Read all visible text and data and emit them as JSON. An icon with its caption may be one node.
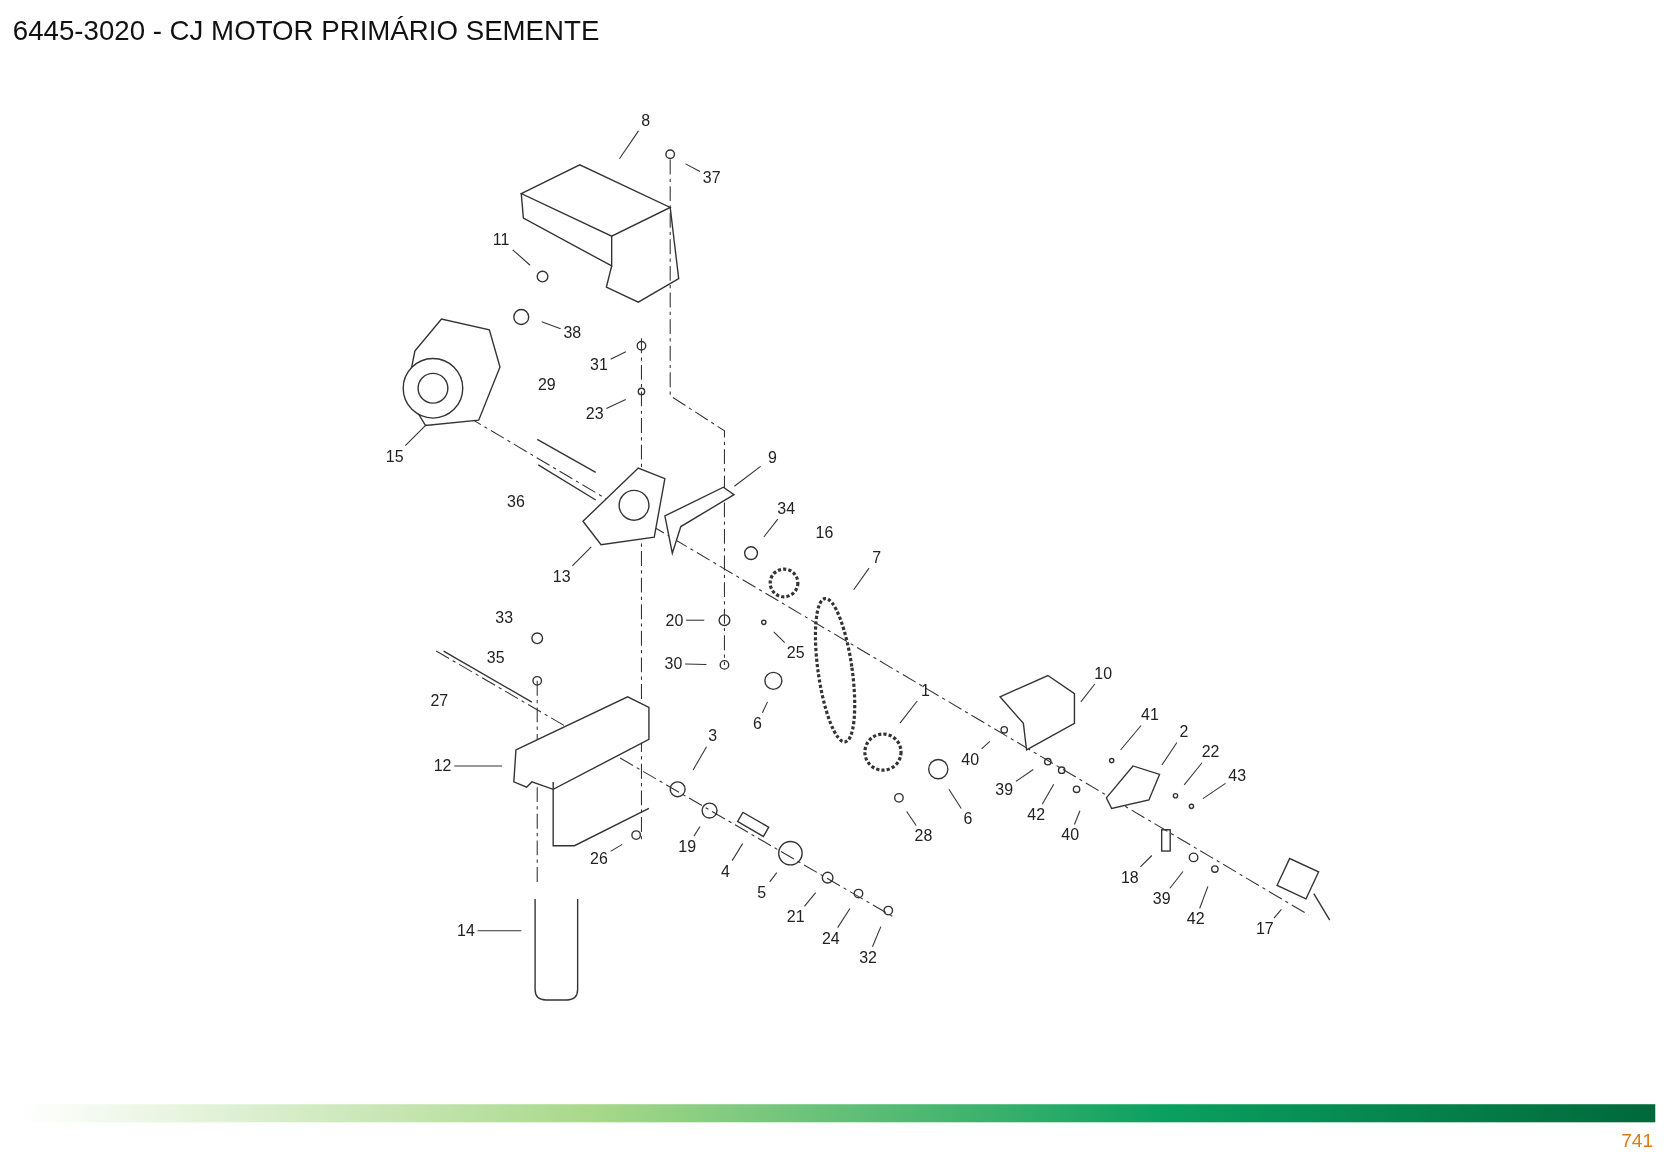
{
  "diagram": {
    "title": "6445-3020 - CJ MOTOR PRIMÁRIO SEMENTE",
    "nodes": [
      {
        "text": [
          "8"
        ]
      },
      {
        "text": [
          "37"
        ]
      },
      {
        "text": [
          "11"
        ]
      },
      {
        "text": [
          "38"
        ]
      },
      {
        "text": [
          "31"
        ]
      },
      {
        "text": [
          "23"
        ]
      },
      {
        "text": [
          "15"
        ]
      },
      {
        "text": [
          "9"
        ]
      },
      {
        "text": [
          "34"
        ]
      },
      {
        "text": [
          "13"
        ]
      },
      {
        "text": [
          "7"
        ]
      },
      {
        "text": [
          "20"
        ]
      },
      {
        "text": [
          "25"
        ]
      },
      {
        "text": [
          "30"
        ]
      },
      {
        "text": [
          "1"
        ]
      },
      {
        "text": [
          "10"
        ]
      },
      {
        "text": [
          "6"
        ]
      },
      {
        "text": [
          "3"
        ]
      },
      {
        "text": [
          "41"
        ]
      },
      {
        "text": [
          "2"
        ]
      },
      {
        "text": [
          "40"
        ]
      },
      {
        "text": [
          "12"
        ]
      },
      {
        "text": [
          "22"
        ]
      },
      {
        "text": [
          "43"
        ]
      },
      {
        "text": [
          "39"
        ]
      },
      {
        "text": [
          "42"
        ]
      },
      {
        "text": [
          "6"
        ]
      },
      {
        "text": [
          "40"
        ]
      },
      {
        "text": [
          "28"
        ]
      },
      {
        "text": [
          "19"
        ]
      },
      {
        "text": [
          "26"
        ]
      },
      {
        "text": [
          "4"
        ]
      },
      {
        "text": [
          "18"
        ]
      },
      {
        "text": [
          "5"
        ]
      },
      {
        "text": [
          "39"
        ]
      },
      {
        "text": [
          "21"
        ]
      },
      {
        "text": [
          "42"
        ]
      },
      {
        "text": [
          "14"
        ]
      },
      {
        "text": [
          "17"
        ]
      },
      {
        "text": [
          "24"
        ]
      },
      {
        "text": [
          "32"
        ]
      }
    ],
    "edges": [
      {
        "from": 0,
        "to": null,
        "arrow": "none"
      },
      {
        "from": 1,
        "to": null,
        "arrow": "none"
      },
      {
        "from": 2,
        "to": null,
        "arrow": "none"
      },
      {
        "from": 3,
        "to": null,
        "arrow": "none"
      },
      {
        "from": 4,
        "to": null,
        "arrow": "none"
      },
      {
        "from": 5,
        "to": null,
        "arrow": "none"
      },
      {
        "from": 6,
        "to": null,
        "arrow": "none"
      },
      {
        "from": 7,
        "to": null,
        "arrow": "none"
      },
      {
        "from": 8,
        "to": null,
        "arrow": "none"
      },
      {
        "from": 9,
        "to": null,
        "arrow": "none"
      },
      {
        "from": 10,
        "to": null,
        "arrow": "none"
      },
      {
        "from": 11,
        "to": null,
        "arrow": "none"
      },
      {
        "from": 12,
        "to": null,
        "arrow": "none"
      },
      {
        "from": 13,
        "to": null,
        "arrow": "none"
      },
      {
        "from": 14,
        "to": null,
        "arrow": "none"
      },
      {
        "from": 15,
        "to": null,
        "arrow": "none"
      },
      {
        "from": 16,
        "to": null,
        "arrow": "none"
      },
      {
        "from": 17,
        "to": null,
        "arrow": "none"
      },
      {
        "from": 18,
        "to": null,
        "arrow": "none"
      },
      {
        "from": 19,
        "to": null,
        "arrow": "none"
      },
      {
        "from": 20,
        "to": null,
        "arrow": "none"
      },
      {
        "from": 21,
        "to": null,
        "arrow": "none"
      },
      {
        "from": 22,
        "to": null,
        "arrow": "none"
      },
      {
        "from": 23,
        "to": null,
        "arrow": "none"
      },
      {
        "from": 24,
        "to": null,
        "arrow": "none"
      },
      {
        "from": 25,
        "to": null,
        "arrow": "none"
      },
      {
        "from": 26,
        "to": null,
        "arrow": "none"
      },
      {
        "from": 27,
        "to": null,
        "arrow": "none"
      },
      {
        "from": 28,
        "to": null,
        "arrow": "none"
      },
      {
        "from": 29,
        "to": null,
        "arrow": "none"
      },
      {
        "from": 30,
        "to": null,
        "arrow": "none"
      },
      {
        "from": 31,
        "to": null,
        "arrow": "none"
      },
      {
        "from": 32,
        "to": null,
        "arrow": "none"
      },
      {
        "from": 33,
        "to": null,
        "arrow": "none"
      },
      {
        "from": 34,
        "to": null,
        "arrow": "none"
      },
      {
        "from": 35,
        "to": null,
        "arrow": "none"
      },
      {
        "from": 36,
        "to": null,
        "arrow": "none"
      },
      {
        "from": 37,
        "to": null,
        "arrow": "none"
      },
      {
        "from": 38,
        "to": null,
        "arrow": "none"
      },
      {
        "from": 39,
        "to": null,
        "arrow": "none"
      },
      {
        "from": 40,
        "to": null,
        "arrow": "none"
      }
    ],
    "labels": [
      "29",
      "36",
      "16",
      "33",
      "35",
      "27",
      "741"
    ]
  }
}
